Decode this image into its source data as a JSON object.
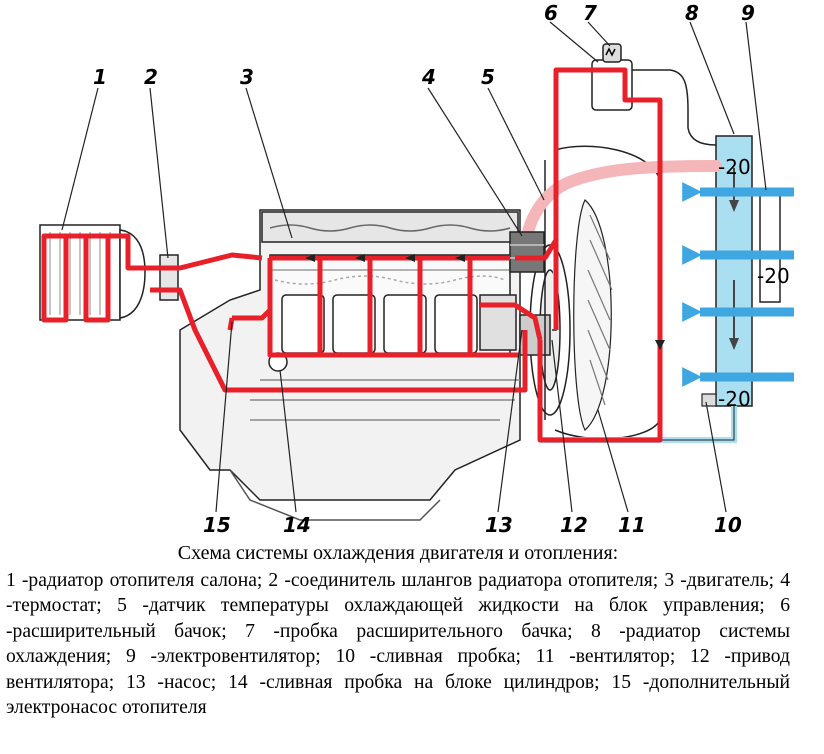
{
  "diagram": {
    "callouts": [
      {
        "id": "c1",
        "label": "1"
      },
      {
        "id": "c2",
        "label": "2"
      },
      {
        "id": "c3",
        "label": "3"
      },
      {
        "id": "c4",
        "label": "4"
      },
      {
        "id": "c5",
        "label": "5"
      },
      {
        "id": "c6",
        "label": "6"
      },
      {
        "id": "c7",
        "label": "7"
      },
      {
        "id": "c8",
        "label": "8"
      },
      {
        "id": "c9",
        "label": "9"
      },
      {
        "id": "c10",
        "label": "10"
      },
      {
        "id": "c11",
        "label": "11"
      },
      {
        "id": "c12",
        "label": "12"
      },
      {
        "id": "c13",
        "label": "13"
      },
      {
        "id": "c14",
        "label": "14"
      },
      {
        "id": "c15",
        "label": "15"
      }
    ],
    "temp_labels": [
      "-20",
      "-20",
      "-20"
    ],
    "colors": {
      "hot": "#e8202a",
      "warm": "#f4b6b8",
      "cold": "#a9dff0",
      "airflow": "#3ea6e0",
      "line": "#111111"
    }
  },
  "caption": {
    "title": "Схема системы охлаждения двигателя и отопления:",
    "body": "1 -радиатор отопителя салона; 2 -соединитель шлангов радиатора отопителя; 3 -двигатель; 4 -термостат; 5 -датчик температуры охлаждающей жидкости на блок управления; 6 -расширительный бачок; 7 -пробка расширительного бачка; 8 -радиатор системы охлаждения; 9 -электровентилятор; 10 -сливная пробка; 11 -вентилятор; 12 -привод вентилятора; 13 -насос; 14 -сливная пробка на блоке цилиндров; 15 -дополнительный электронасос отопителя"
  }
}
